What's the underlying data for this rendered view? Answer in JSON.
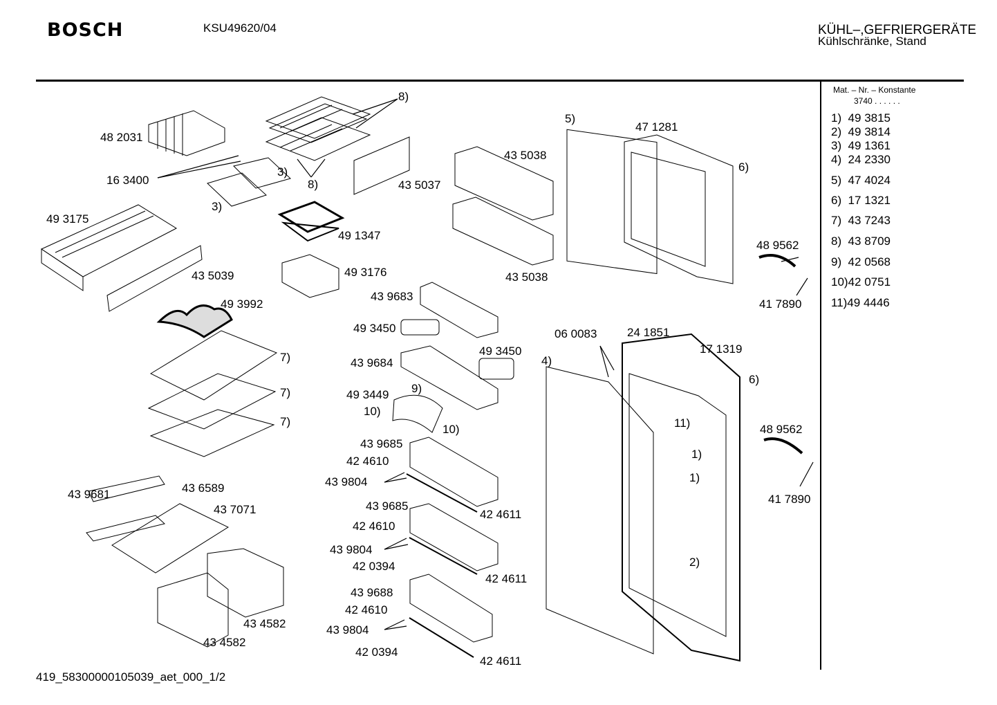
{
  "header": {
    "brand": "BOSCH",
    "model": "KSU49620/04",
    "category_line1": "KÜHL–,GEFRIERGERÄTE",
    "category_line2": "Kühlschränke, Stand"
  },
  "legend": {
    "heading": "Mat. – Nr. – Konstante",
    "code": "3740 . .  . . . .",
    "items": [
      "1)  49 3815",
      "2)  49 3814",
      "3)  49 1361",
      "4)  24 2330",
      "5)  47 4024",
      "6)  17 1321",
      "7)  43 7243",
      "8)  43 8709",
      "9)  42 0568",
      "10)42 0751",
      "11)49 4446"
    ]
  },
  "labels": {
    "l8a": "8)",
    "l482031": "48 2031",
    "l163400": "16 3400",
    "l3a": "3)",
    "l8b": "8)",
    "l3b": "3)",
    "l435037": "43 5037",
    "l435038a": "43 5038",
    "l5": "5)",
    "l471281": "47 1281",
    "l6a": "6)",
    "l493175": "49 3175",
    "l491347": "49 1347",
    "l489562a": "48 9562",
    "l435039": "43 5039",
    "l493176": "49 3176",
    "l435038b": "43 5038",
    "l417890a": "41 7890",
    "l493992": "49 3992",
    "l439683": "43 9683",
    "l493450a": "49 3450",
    "l060083": "06 0083",
    "l241851": "24 1851",
    "l7a": "7)",
    "l171319": "17 1319",
    "l439684": "43 9684",
    "l493450b": "49 3450",
    "l4": "4)",
    "l6b": "6)",
    "l9": "9)",
    "l493449": "49 3449",
    "l7b": "7)",
    "l10a": "10)",
    "l7c": "7)",
    "l11": "11)",
    "l10b": "10)",
    "l489562b": "48 9562",
    "l439685a": "43 9685",
    "l1a": "1)",
    "l424610a": "42 4610",
    "l1b": "1)",
    "l439804a": "43 9804",
    "l439681": "43 9681",
    "l436589": "43 6589",
    "l417890b": "41 7890",
    "l437071": "43 7071",
    "l439685b": "43 9685",
    "l424611a": "42 4611",
    "l424610b": "42 4610",
    "l439804b": "43 9804",
    "l2": "2)",
    "l420394a": "42 0394",
    "l424611b": "42 4611",
    "l439688": "43 9688",
    "l424610c": "42 4610",
    "l434582a": "43 4582",
    "l439804c": "43 9804",
    "l434582b": "43 4582",
    "l420394b": "42 0394",
    "l424611c": "42 4611"
  },
  "footer": {
    "doc_id": "419_58300000105039_aet_000_1/2"
  }
}
